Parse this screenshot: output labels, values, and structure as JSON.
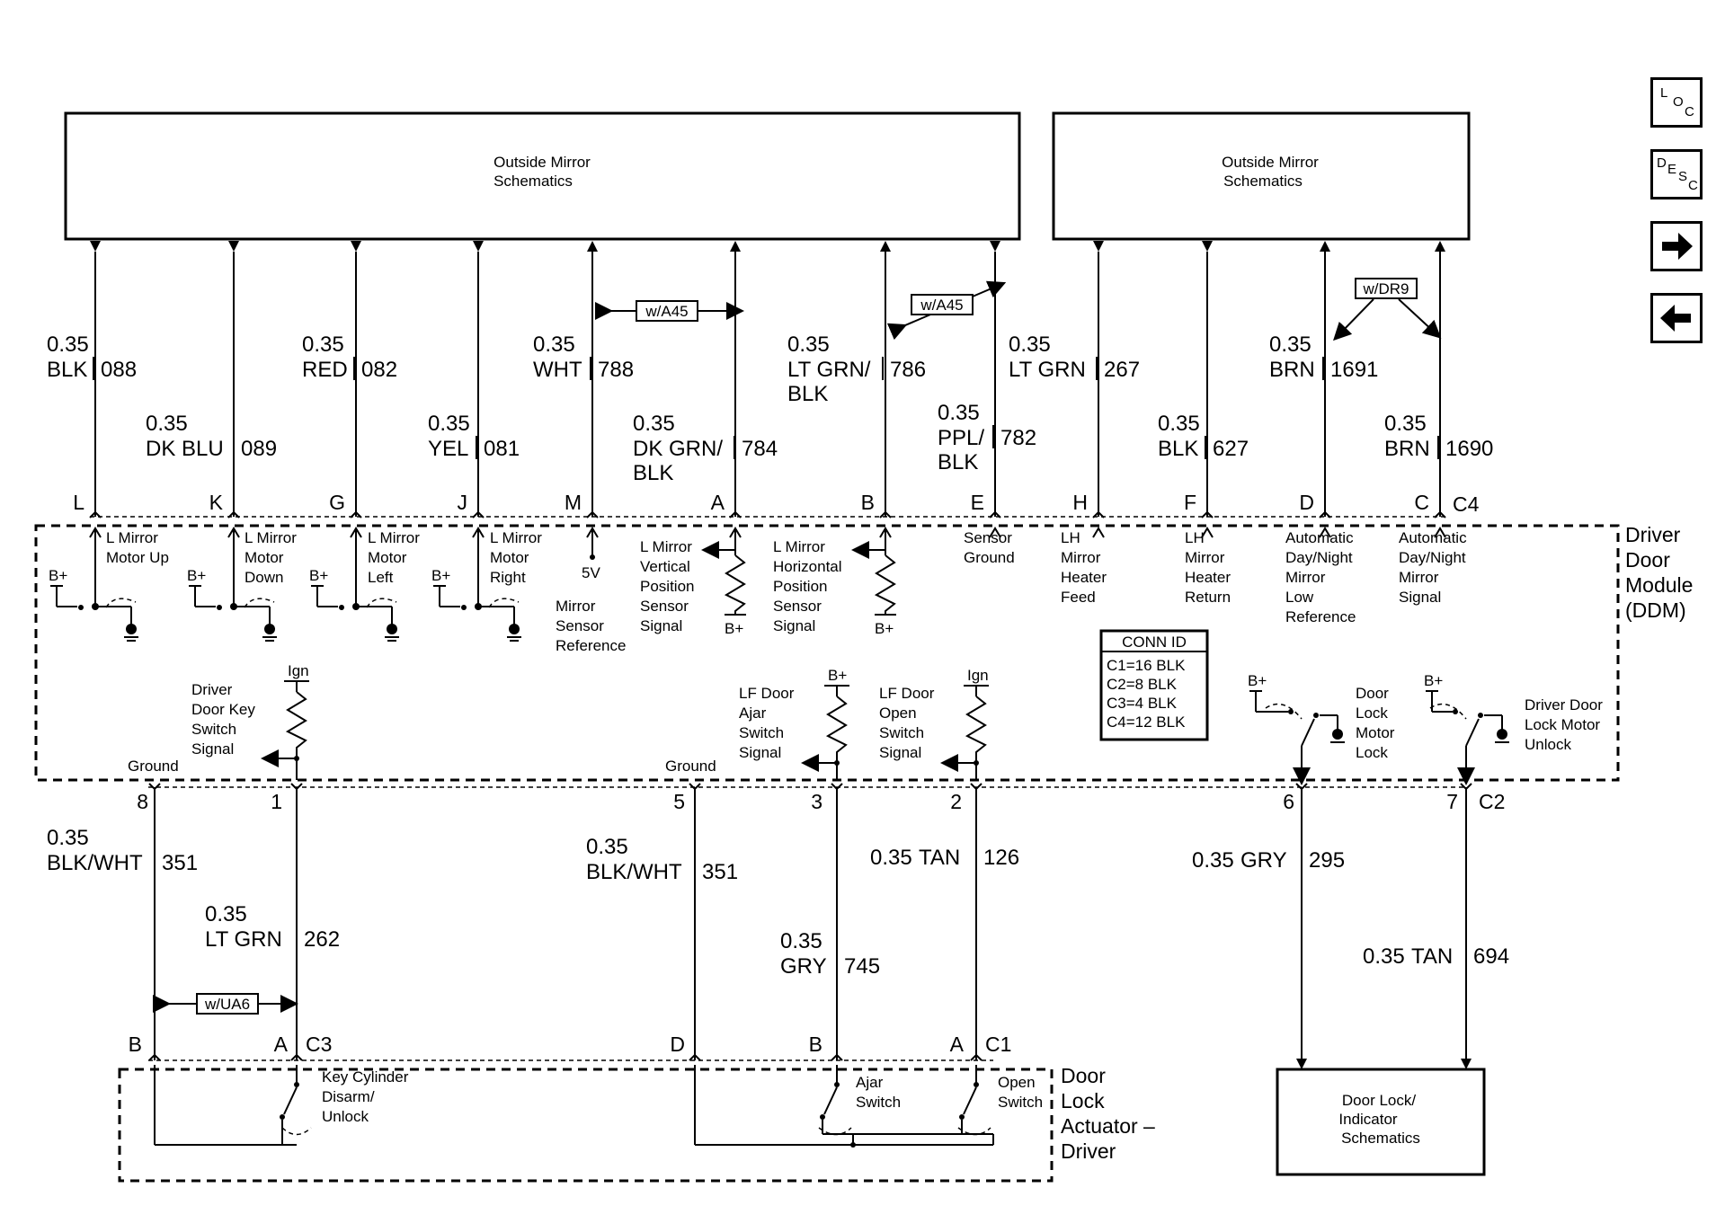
{
  "boxes": {
    "top_left": [
      "Outside Mirror",
      "Schematics"
    ],
    "top_right": [
      "Outside Mirror",
      "Schematics"
    ],
    "bottom_right": [
      "Door Lock/",
      "Indicator",
      "Schematics"
    ]
  },
  "modules": {
    "ddm": [
      "Driver",
      "Door",
      "Module",
      "(DDM)"
    ],
    "actuator": [
      "Door",
      "Lock",
      "Actuator –",
      "Driver"
    ]
  },
  "options": {
    "a45": "w/A45",
    "dr9": "w/DR9",
    "ua6": "w/UA6"
  },
  "connectors": {
    "c1": "C1",
    "c2": "C2",
    "c3": "C3",
    "c4": "C4"
  },
  "conn_id": {
    "title": "CONN ID",
    "rows": [
      "C1=16 BLK",
      "C2=8 BLK",
      "C3=4 BLK",
      "C4=12 BLK"
    ]
  },
  "top_wires": [
    {
      "pin": "L",
      "gauge": "0.35",
      "color": [
        "BLK"
      ],
      "circuit": "088"
    },
    {
      "pin": "K",
      "gauge": "0.35",
      "color": [
        "DK BLU"
      ],
      "circuit": "089"
    },
    {
      "pin": "G",
      "gauge": "0.35",
      "color": [
        "RED"
      ],
      "circuit": "082"
    },
    {
      "pin": "J",
      "gauge": "0.35",
      "color": [
        "YEL"
      ],
      "circuit": "081"
    },
    {
      "pin": "M",
      "gauge": "0.35",
      "color": [
        "WHT"
      ],
      "circuit": "788"
    },
    {
      "pin": "A",
      "gauge": "0.35",
      "color": [
        "DK GRN/",
        "BLK"
      ],
      "circuit": "784"
    },
    {
      "pin": "B",
      "gauge": "0.35",
      "color": [
        "LT GRN/",
        "BLK"
      ],
      "circuit": "786"
    },
    {
      "pin": "E",
      "gauge": "0.35",
      "color": [
        "PPL/",
        "BLK"
      ],
      "circuit": "782"
    },
    {
      "pin": "H",
      "gauge": "0.35",
      "color": [
        "LT GRN"
      ],
      "circuit": "267"
    },
    {
      "pin": "F",
      "gauge": "0.35",
      "color": [
        "BLK"
      ],
      "circuit": "627"
    },
    {
      "pin": "D",
      "gauge": "0.35",
      "color": [
        "BRN"
      ],
      "circuit": "1691"
    },
    {
      "pin": "C",
      "gauge": "0.35",
      "color": [
        "BRN"
      ],
      "circuit": "1690"
    }
  ],
  "top_functions": [
    [
      "L Mirror",
      "Motor Up"
    ],
    [
      "L Mirror",
      "Motor",
      "Down"
    ],
    [
      "L Mirror",
      "Motor",
      "Left"
    ],
    [
      "L Mirror",
      "Motor",
      "Right"
    ],
    [
      "Mirror",
      "Sensor",
      "Reference"
    ],
    [
      "L Mirror",
      "Vertical",
      "Position",
      "Sensor",
      "Signal"
    ],
    [
      "L Mirror",
      "Horizontal",
      "Position",
      "Sensor",
      "Signal"
    ],
    [
      "Sensor",
      "Ground"
    ],
    [
      "LH",
      "Mirror",
      "Heater",
      "Feed"
    ],
    [
      "LH",
      "Mirror",
      "Heater",
      "Return"
    ],
    [
      "Automatic",
      "Day/Night",
      "Mirror",
      "Low",
      "Reference"
    ],
    [
      "Automatic",
      "Day/Night",
      "Mirror",
      "Signal"
    ]
  ],
  "bottom_wires": [
    {
      "pin": "8",
      "gauge": "0.35",
      "color": "BLK/WHT",
      "circuit": "351",
      "end_pin": "B"
    },
    {
      "pin": "1",
      "gauge": "0.35",
      "color": "LT GRN",
      "circuit": "262",
      "end_pin": "A"
    },
    {
      "pin": "5",
      "gauge": "0.35",
      "color": "BLK/WHT",
      "circuit": "351",
      "end_pin": "D"
    },
    {
      "pin": "3",
      "gauge": "0.35",
      "color": "GRY",
      "circuit": "745",
      "end_pin": "B"
    },
    {
      "pin": "2",
      "gauge": "0.35",
      "color": "TAN",
      "circuit": "126",
      "end_pin": "A"
    },
    {
      "pin": "6",
      "gauge": "0.35",
      "color": "GRY",
      "circuit": "295"
    },
    {
      "pin": "7",
      "gauge": "0.35",
      "color": "TAN",
      "circuit": "694"
    }
  ],
  "bottom_functions": {
    "ground1": "Ground",
    "key_switch": [
      "Driver",
      "Door Key",
      "Switch",
      "Signal"
    ],
    "ground2": "Ground",
    "ajar": [
      "LF Door",
      "Ajar",
      "Switch",
      "Signal"
    ],
    "open": [
      "LF Door",
      "Open",
      "Switch",
      "Signal"
    ],
    "lock": [
      "Door",
      "Lock",
      "Motor",
      "Lock"
    ],
    "unlock": [
      "Driver Door",
      "Lock Motor",
      "Unlock"
    ],
    "key_cyl": [
      "Key Cylinder",
      "Disarm/",
      "Unlock"
    ],
    "ajar_sw": [
      "Ajar",
      "Switch"
    ],
    "open_sw": [
      "Open",
      "Switch"
    ]
  },
  "supply": {
    "bplus": "B+",
    "ign": "Ign",
    "five_v": "5V"
  },
  "nav": {
    "loc": [
      "L",
      "O",
      "C"
    ],
    "desc": [
      "D",
      "E",
      "S",
      "C"
    ],
    "next": "next-arrow-icon",
    "prev": "prev-arrow-icon"
  }
}
